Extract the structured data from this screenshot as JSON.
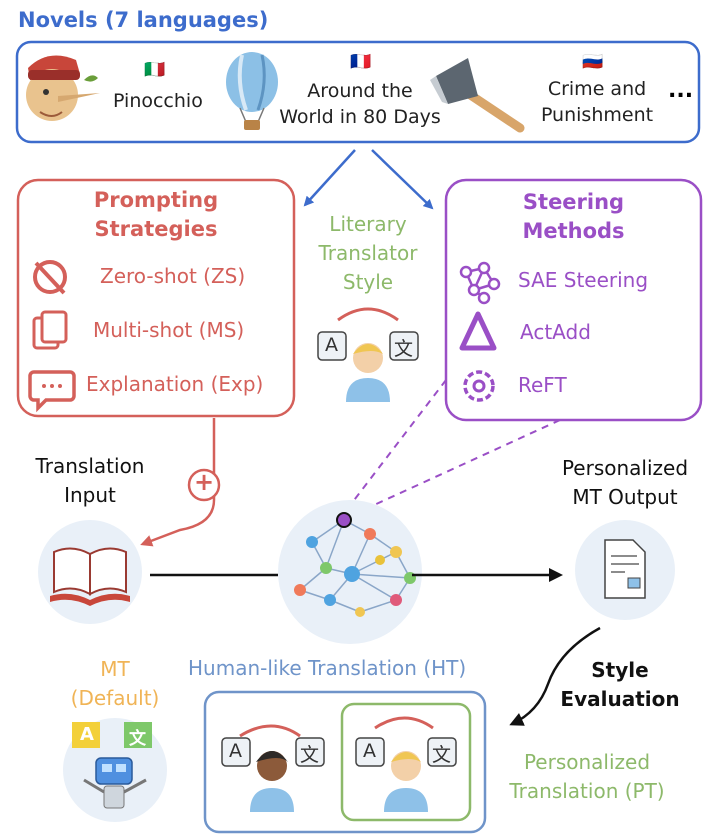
{
  "novels": {
    "title": "Novels (7 languages)",
    "items": [
      {
        "flag": "🇮🇹",
        "name": "Pinocchio",
        "flag_colors": [
          "#3a9b49",
          "#ffffff",
          "#d8313a"
        ]
      },
      {
        "flag": "🇫🇷",
        "name": "Around the\nWorld in 80 Days",
        "flag_colors": [
          "#2c4aa8",
          "#ffffff",
          "#d8313a"
        ]
      },
      {
        "flag": "🇷🇺",
        "name": "Crime and\nPunishment",
        "flag_colors": [
          "#ffffff",
          "#2c52b8",
          "#d8313a"
        ]
      }
    ],
    "more": "..."
  },
  "prompting": {
    "title": "Prompting\nStrategies",
    "items": [
      {
        "label": "Zero-shot (ZS)",
        "icon": "no-entry-icon"
      },
      {
        "label": "Multi-shot (MS)",
        "icon": "stacked-pages-icon"
      },
      {
        "label": "Explanation (Exp)",
        "icon": "speech-bubble-icon"
      }
    ]
  },
  "literary": {
    "label": "Literary\nTranslator\nStyle"
  },
  "steering": {
    "title": "Steering\nMethods",
    "items": [
      {
        "label": "SAE Steering",
        "icon": "network-icon"
      },
      {
        "label": "ActAdd",
        "icon": "delta-icon"
      },
      {
        "label": "ReFT",
        "icon": "gear-icon"
      }
    ]
  },
  "plus": "+",
  "translation_input": "Translation\nInput",
  "personalized_output": "Personalized\nMT Output",
  "mt_default": "MT\n(Default)",
  "ht_label": "Human-like Translation (HT)",
  "style_eval": "Style\nEvaluation",
  "pt_label": "Personalized\nTranslation (PT)",
  "glyphs": {
    "latin": "A",
    "cjk": "文"
  },
  "colors": {
    "blue": "#3d6ccc",
    "red": "#d4605a",
    "purple": "#9a4fc6",
    "green": "#8db96a",
    "orange": "#f0b456",
    "ht_blue": "#6f94c9"
  }
}
